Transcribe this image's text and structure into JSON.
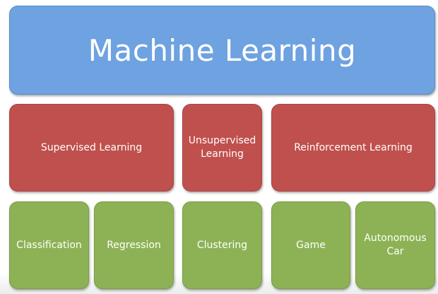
{
  "title": "Machine Learning",
  "categories": {
    "supervised": "Supervised Learning",
    "unsupervised": "Unsupervised Learning",
    "reinforcement": "Reinforcement Learning"
  },
  "examples": {
    "classification": "Classification",
    "regression": "Regression",
    "clustering": "Clustering",
    "game": "Game",
    "autonomous_car": "Autonomous Car"
  },
  "colors": {
    "title": "#6ea2e0",
    "category": "#c0504d",
    "example": "#8db255"
  }
}
